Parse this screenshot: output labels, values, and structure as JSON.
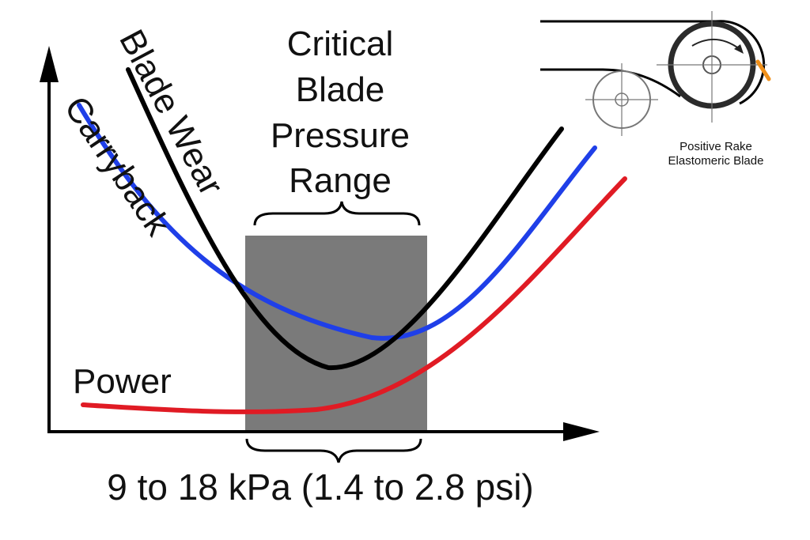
{
  "title_lines": [
    "Critical",
    "Blade",
    "Pressure",
    "Range"
  ],
  "curves": {
    "blade_wear": {
      "label": "Blade Wear",
      "color": "#000000"
    },
    "carryback": {
      "label": "Carryback",
      "color": "#1f3fe8"
    },
    "power": {
      "label": "Power",
      "color": "#e01b24"
    }
  },
  "range_label": "9 to 18 kPa (1.4 to 2.8 psi)",
  "range_fill": "#7a7a7a",
  "inset": {
    "caption_lines": [
      "Positive Rake",
      "Elastomeric Blade"
    ],
    "blade_color": "#f0901a"
  }
}
